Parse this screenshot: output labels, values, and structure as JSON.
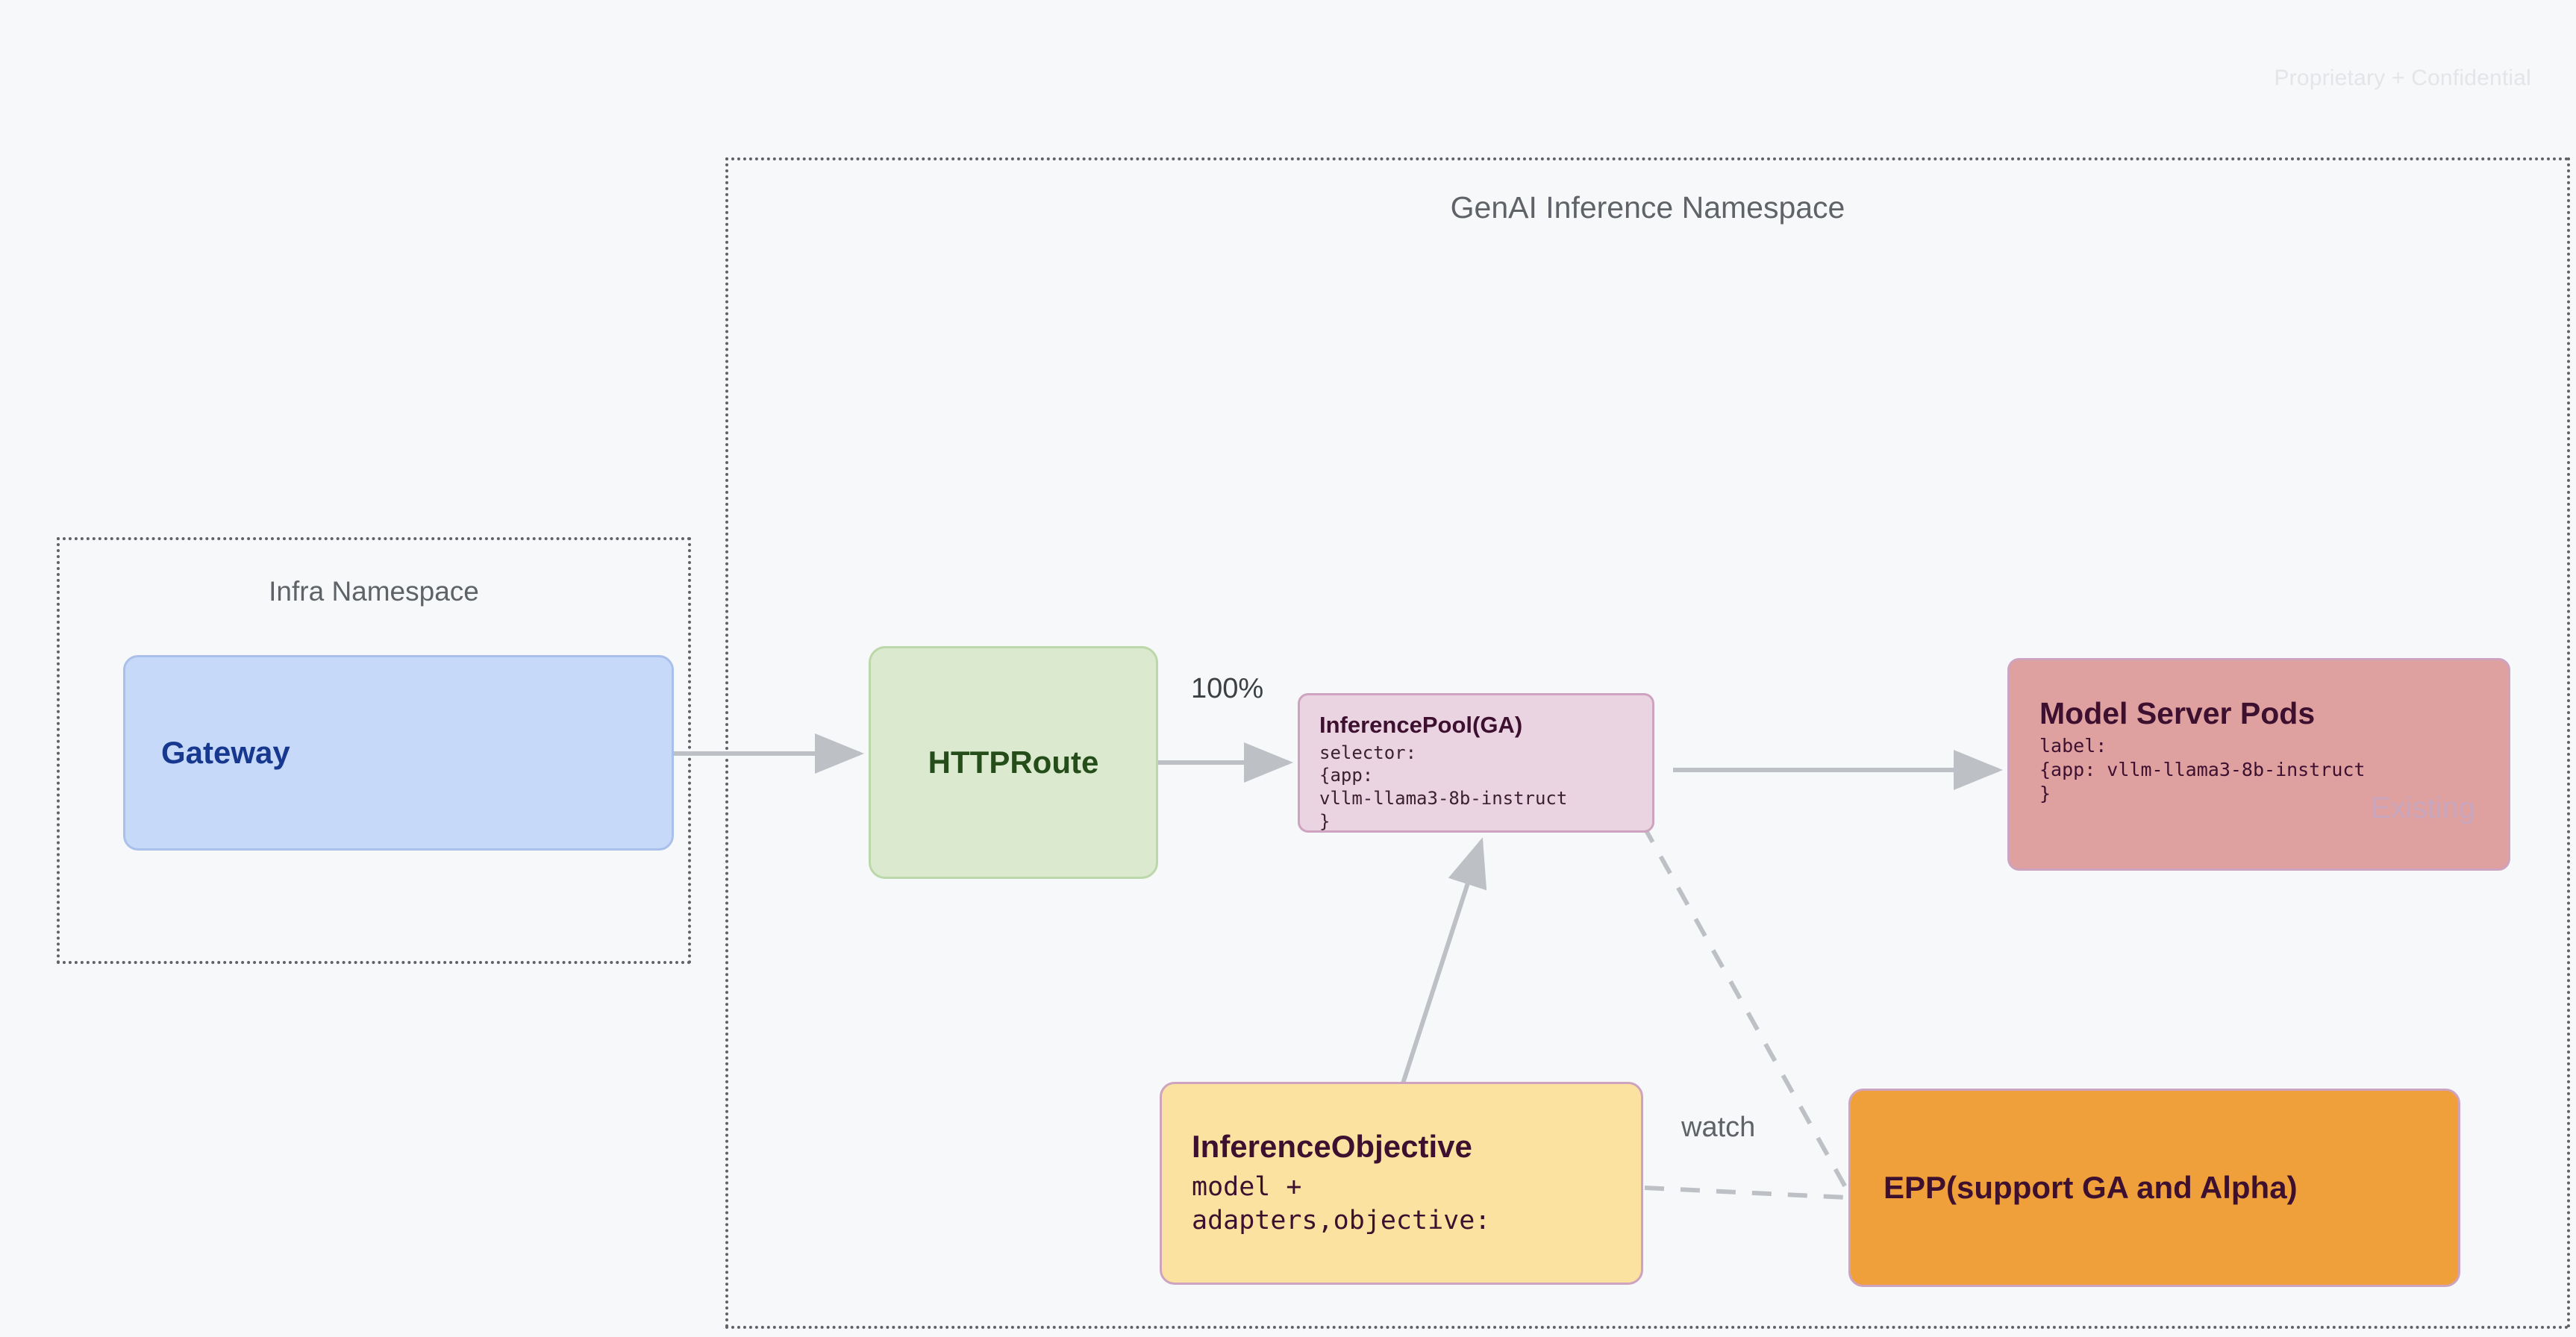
{
  "watermark": "Proprietary + Confidential",
  "namespaces": [
    {
      "id": "genai",
      "title": "GenAI Inference Namespace"
    },
    {
      "id": "infra",
      "title": "Infra Namespace"
    }
  ],
  "nodes": {
    "gateway": {
      "title": "Gateway",
      "fill": "#c7d9f8",
      "text_color": "#17388f"
    },
    "httproute": {
      "title": "HTTPRoute",
      "fill": "#dbeacf",
      "text_color": "#254d1a"
    },
    "inferencepool": {
      "title": "InferencePool(GA)",
      "body": "selector:\n{app:\nvllm-llama3-8b-instruct\n}",
      "fill": "#ebd4e2",
      "text_color": "#3d1030"
    },
    "modelserver": {
      "title": "Model Server Pods",
      "body": "label:\n{app: vllm-llama3-8b-instruct\n}",
      "badge": "Existing",
      "fill": "#dfa0a0",
      "text_color": "#3d1030",
      "badge_color": "#c8a6bd"
    },
    "inferenceobjective": {
      "title": "InferenceObjective",
      "body": "model +\nadapters,objective:",
      "fill": "#fbe2a0",
      "text_color": "#3d1030"
    },
    "epp": {
      "title": "EPP(support GA and Alpha)",
      "fill": "#f0a03a",
      "text_color": "#3d1030"
    }
  },
  "edges": {
    "gateway_to_httproute": {
      "label": ""
    },
    "httproute_to_inferencepool": {
      "label": "100%"
    },
    "inferencepool_to_modelserver": {
      "label": ""
    },
    "inferenceobjective_to_inferencepool": {
      "label": ""
    },
    "inferenceobjective_to_epp": {
      "label": "watch"
    },
    "inferencepool_to_epp": {
      "label": ""
    }
  },
  "colors": {
    "background": "#f7f8fa",
    "namespace_border": "#5f6368",
    "edge_stroke": "#bdc1c6",
    "watermark": "#e3e5e8"
  }
}
